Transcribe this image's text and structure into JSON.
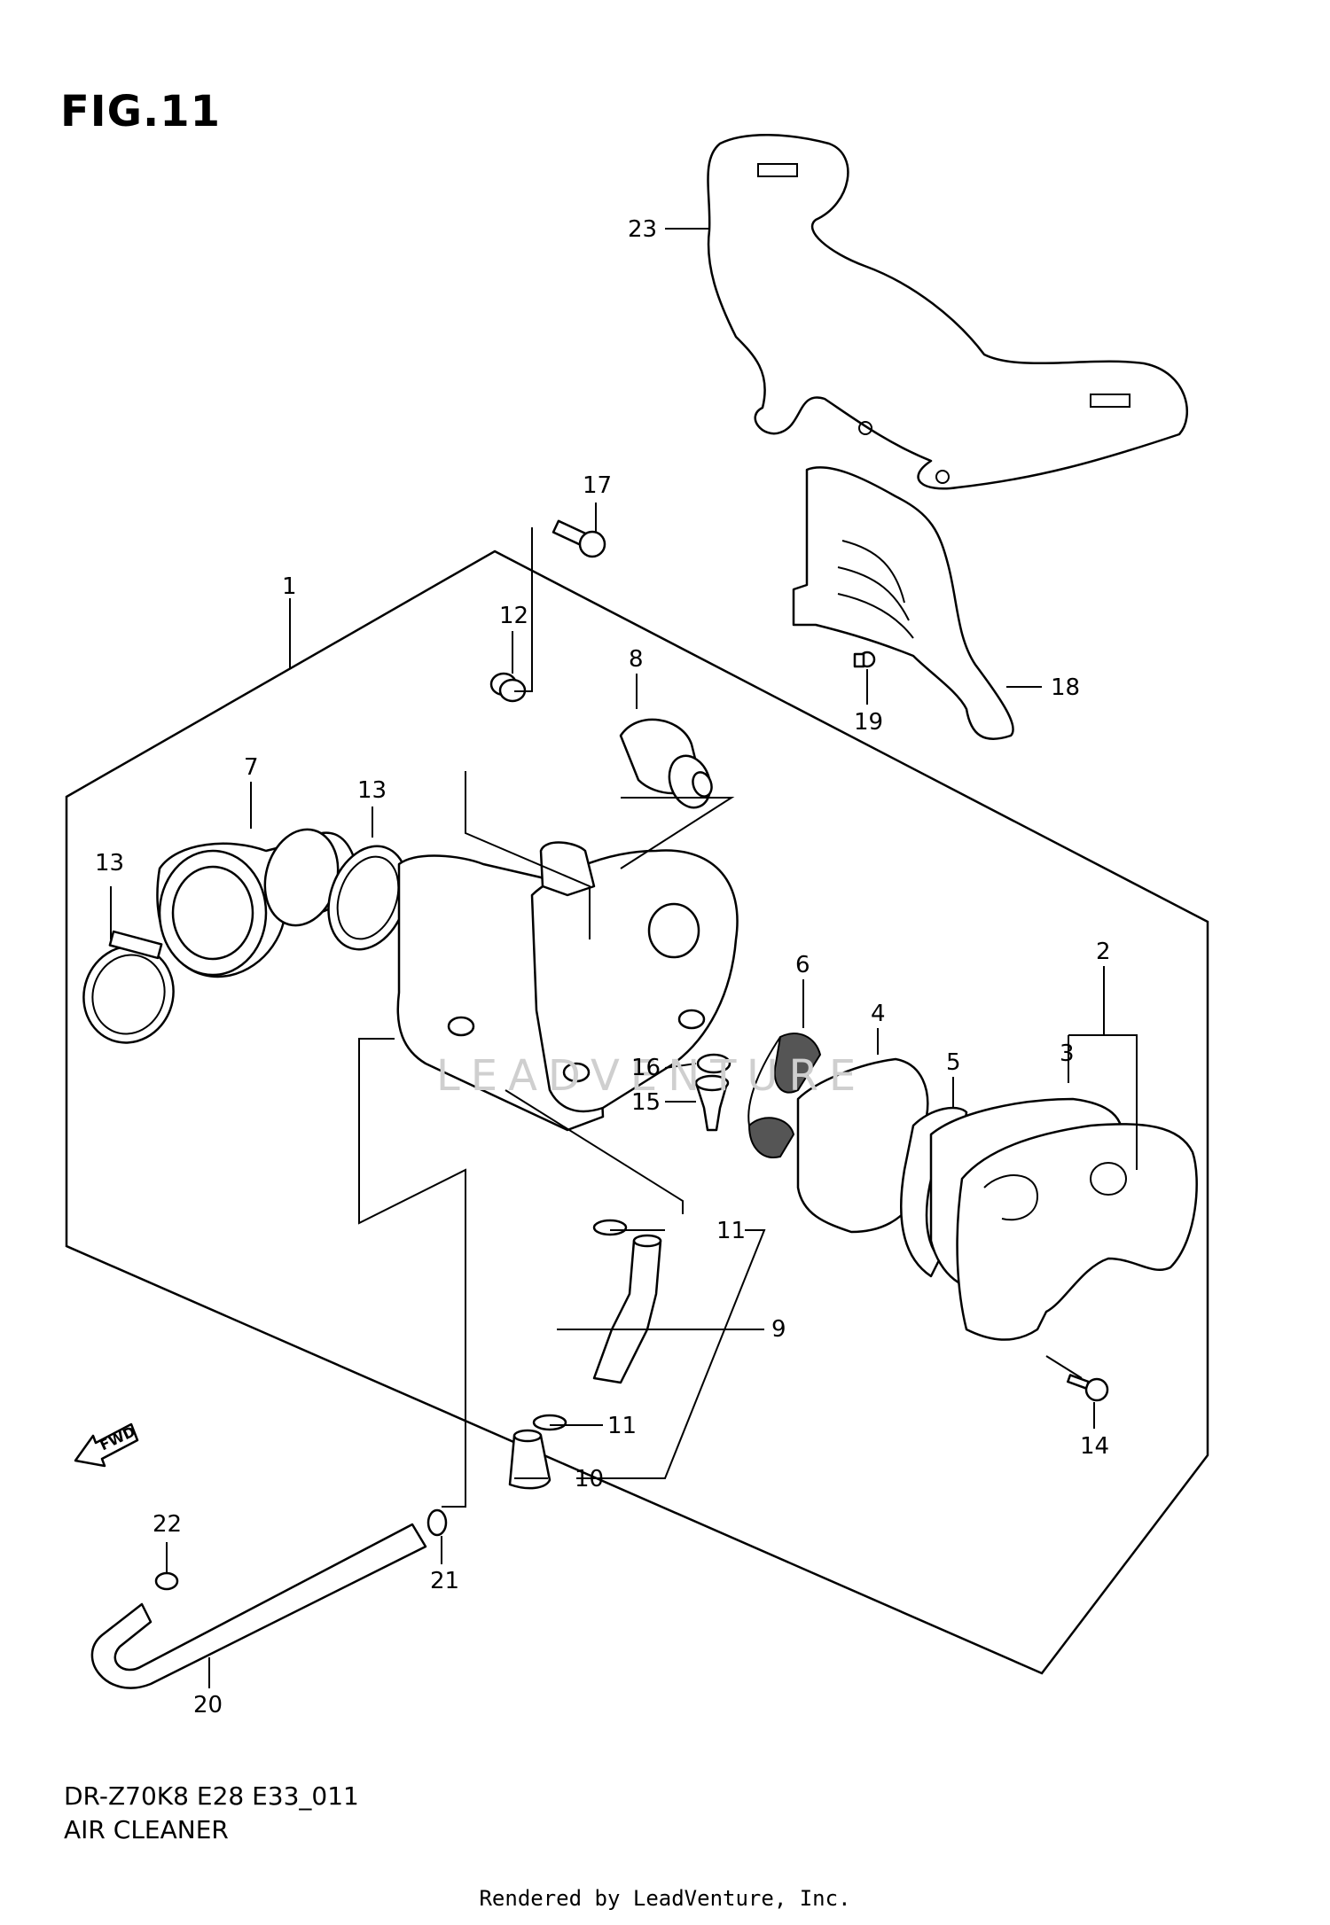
{
  "figure": {
    "title": "FIG.11",
    "model_code": "DR-Z70K8 E28 E33_011",
    "assembly_name": "AIR CLEANER",
    "rendered_by": "Rendered by LeadVenture, Inc.",
    "watermark": "LEADVENTURE",
    "fwd_label": "FWD"
  },
  "callouts": {
    "c1": "1",
    "c2": "2",
    "c3": "3",
    "c4": "4",
    "c5": "5",
    "c6": "6",
    "c7": "7",
    "c8": "8",
    "c9": "9",
    "c10": "10",
    "c11a": "11",
    "c11b": "11",
    "c12": "12",
    "c13a": "13",
    "c13b": "13",
    "c14": "14",
    "c15": "15",
    "c16": "16",
    "c17": "17",
    "c18": "18",
    "c19": "19",
    "c20": "20",
    "c21": "21",
    "c22": "22",
    "c23": "23"
  }
}
